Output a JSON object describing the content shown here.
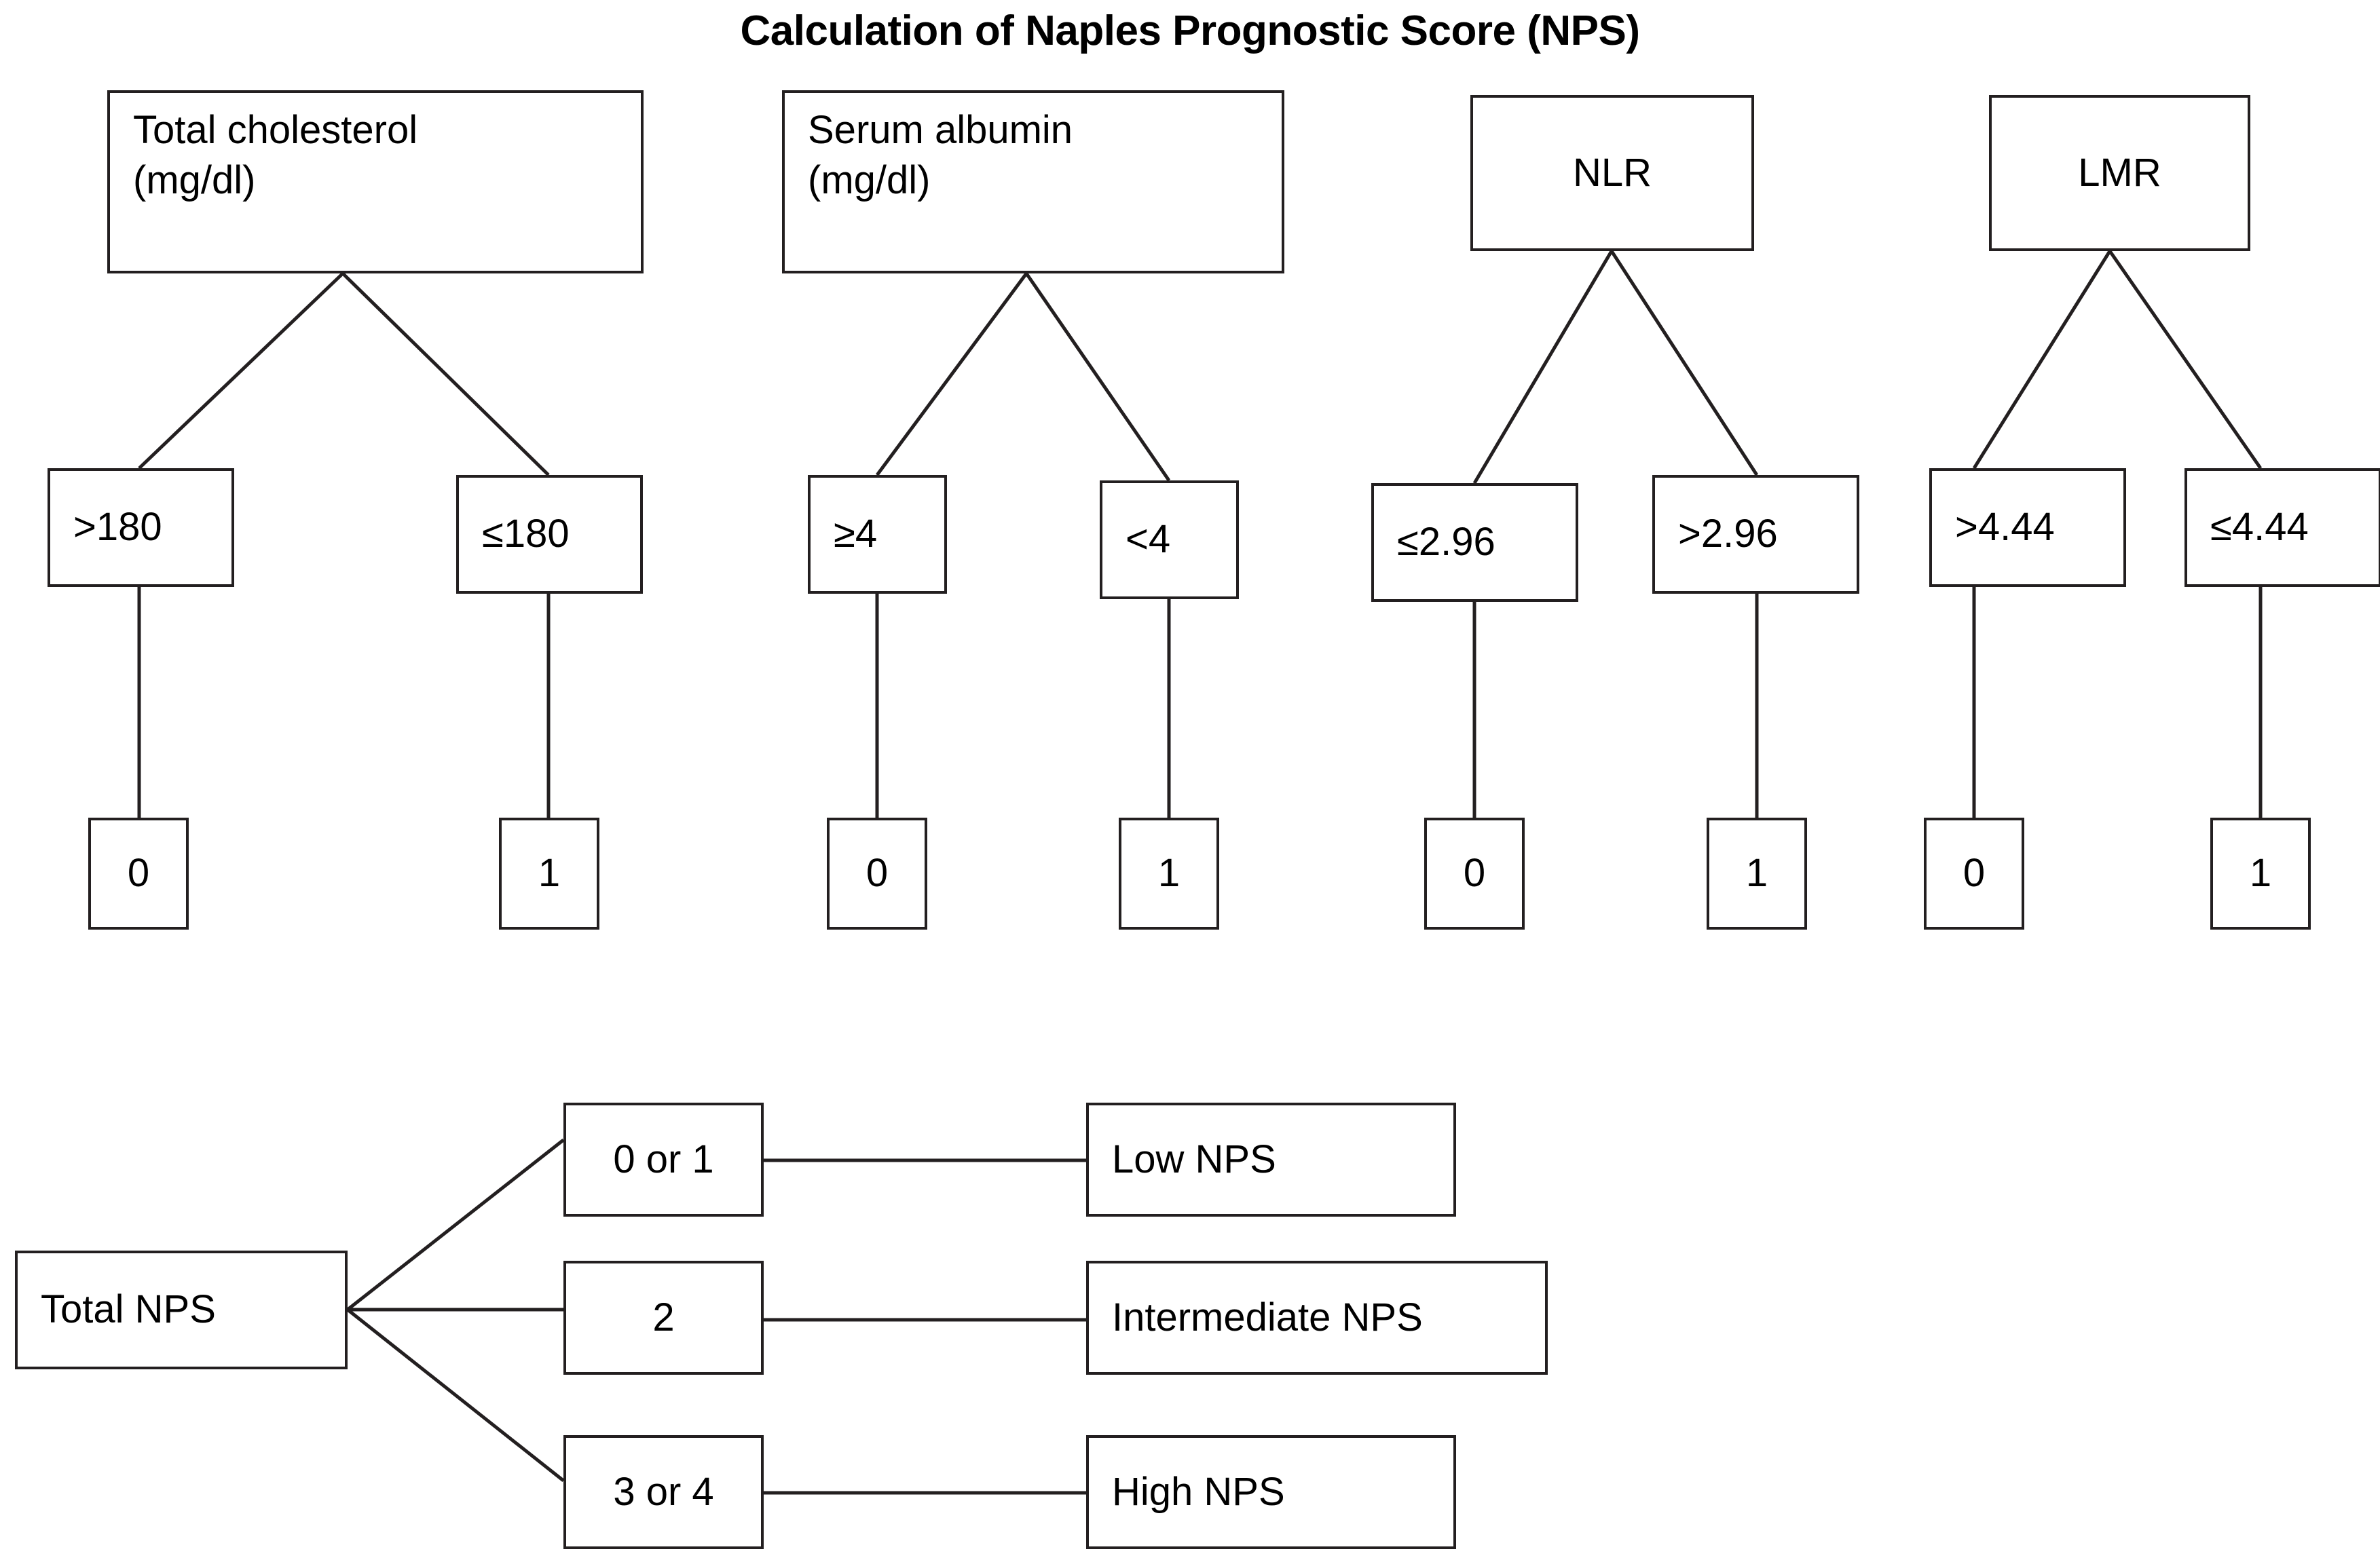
{
  "title": "Calculation of Naples Prognostic Score (NPS)",
  "colors": {
    "stroke": "#231f20",
    "background": "#ffffff",
    "text": "#000000"
  },
  "parameters": [
    {
      "name": "total-cholesterol",
      "label": "Total cholesterol\n(mg/dl)",
      "branches": [
        {
          "condition": ">180",
          "score": "0"
        },
        {
          "condition": "≤180",
          "score": "1"
        }
      ]
    },
    {
      "name": "serum-albumin",
      "label": "Serum albumin\n(mg/dl)",
      "branches": [
        {
          "condition": "≥4",
          "score": "0"
        },
        {
          "condition": "<4",
          "score": "1"
        }
      ]
    },
    {
      "name": "nlr",
      "label": "NLR",
      "branches": [
        {
          "condition": "≤2.96",
          "score": "0"
        },
        {
          "condition": ">2.96",
          "score": "1"
        }
      ]
    },
    {
      "name": "lmr",
      "label": "LMR",
      "branches": [
        {
          "condition": ">4.44",
          "score": "0"
        },
        {
          "condition": "≤4.44",
          "score": "1"
        }
      ]
    }
  ],
  "summary": {
    "root_label": "Total NPS",
    "rows": [
      {
        "score": "0 or 1",
        "category": "Low NPS"
      },
      {
        "score": "2",
        "category": "Intermediate NPS"
      },
      {
        "score": "3 or 4",
        "category": "High NPS"
      }
    ]
  },
  "chart_data": {
    "type": "diagram",
    "title": "Calculation of Naples Prognostic Score (NPS)",
    "description": "Decision-tree flowchart assigning 0 or 1 point for each of four laboratory parameters, summed into a Total NPS that maps to Low / Intermediate / High NPS categories.",
    "components": [
      {
        "parameter": "Total cholesterol (mg/dl)",
        "thresholds": [
          ">180",
          "≤180"
        ],
        "points": [
          0,
          1
        ]
      },
      {
        "parameter": "Serum albumin (mg/dl)",
        "thresholds": [
          "≥4",
          "<4"
        ],
        "points": [
          0,
          1
        ]
      },
      {
        "parameter": "NLR",
        "thresholds": [
          "≤2.96",
          ">2.96"
        ],
        "points": [
          0,
          1
        ]
      },
      {
        "parameter": "LMR",
        "thresholds": [
          ">4.44",
          "≤4.44"
        ],
        "points": [
          0,
          1
        ]
      }
    ],
    "score_mapping": [
      {
        "total": "0 or 1",
        "category": "Low NPS"
      },
      {
        "total": "2",
        "category": "Intermediate NPS"
      },
      {
        "total": "3 or 4",
        "category": "High NPS"
      }
    ]
  }
}
